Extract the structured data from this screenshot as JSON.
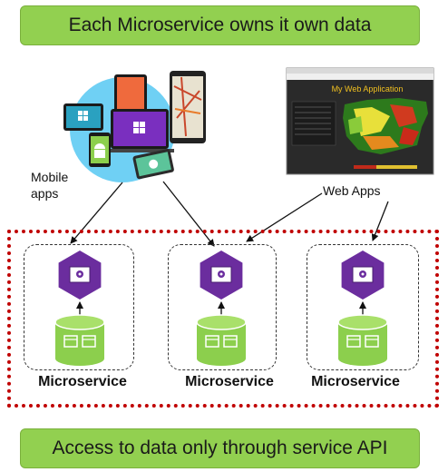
{
  "header": {
    "title": "Each Microservice owns it own data"
  },
  "footer": {
    "caption": "Access to data only through service API"
  },
  "clients": {
    "mobile_label": "Mobile apps",
    "web_label": "Web Apps",
    "web_screenshot_title": "My Web Application"
  },
  "microservices": [
    {
      "name": "Microservice"
    },
    {
      "name": "Microservice"
    },
    {
      "name": "Microservice"
    }
  ],
  "icons": {
    "service": "hexagon-gear-icon",
    "database": "database-cylinder-icon",
    "windows": "windows-logo-icon",
    "apple": "apple-logo-icon",
    "android": "android-logo-icon"
  },
  "colors": {
    "banner": "#92d050",
    "boundary": "#c00000",
    "hexagon": "#6b2d9e",
    "database": "#8ccf4d",
    "devices_backdrop": "#6fd0f4"
  }
}
